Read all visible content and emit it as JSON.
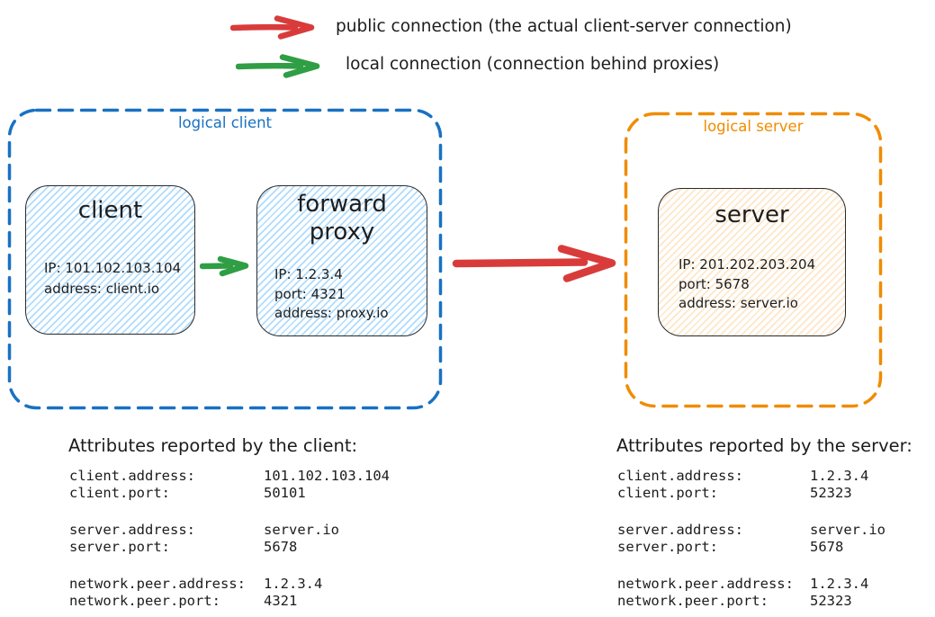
{
  "colors": {
    "public_arrow_red": "#d93b3b",
    "local_arrow_green": "#2f9e44",
    "logical_client_blue": "#1971c2",
    "logical_server_orange": "#f08c00",
    "client_node_fill": "#a5d8ff",
    "server_node_fill": "#ffd8a8",
    "ink": "#1e1e1e"
  },
  "legend": {
    "public_label": "public connection (the actual client-server connection)",
    "local_label": "local connection (connection behind proxies)"
  },
  "diagram": {
    "logical_client": {
      "label": "logical client",
      "client": {
        "title": "client",
        "lines": [
          "IP: 101.102.103.104",
          "address: client.io"
        ]
      },
      "proxy": {
        "title_line1": "forward",
        "title_line2": "proxy",
        "lines": [
          "IP: 1.2.3.4",
          "port: 4321",
          "address: proxy.io"
        ]
      }
    },
    "logical_server": {
      "label": "logical server",
      "server": {
        "title": "server",
        "lines": [
          "IP: 201.202.203.204",
          "port: 5678",
          "address: server.io"
        ]
      }
    }
  },
  "attributes_client": {
    "heading": "Attributes reported by the client:",
    "rows": [
      {
        "label": "client.address:",
        "value": "101.102.103.104"
      },
      {
        "label": "client.port:",
        "value": "50101"
      },
      {
        "label": "server.address:",
        "value": "server.io"
      },
      {
        "label": "server.port:",
        "value": "5678"
      },
      {
        "label": "network.peer.address:",
        "value": "1.2.3.4"
      },
      {
        "label": "network.peer.port:",
        "value": "4321"
      }
    ]
  },
  "attributes_server": {
    "heading": "Attributes reported by the server:",
    "rows": [
      {
        "label": "client.address:",
        "value": "1.2.3.4"
      },
      {
        "label": "client.port:",
        "value": "52323"
      },
      {
        "label": "server.address:",
        "value": "server.io"
      },
      {
        "label": "server.port:",
        "value": "5678"
      },
      {
        "label": "network.peer.address:",
        "value": "1.2.3.4"
      },
      {
        "label": "network.peer.port:",
        "value": "52323"
      }
    ]
  }
}
